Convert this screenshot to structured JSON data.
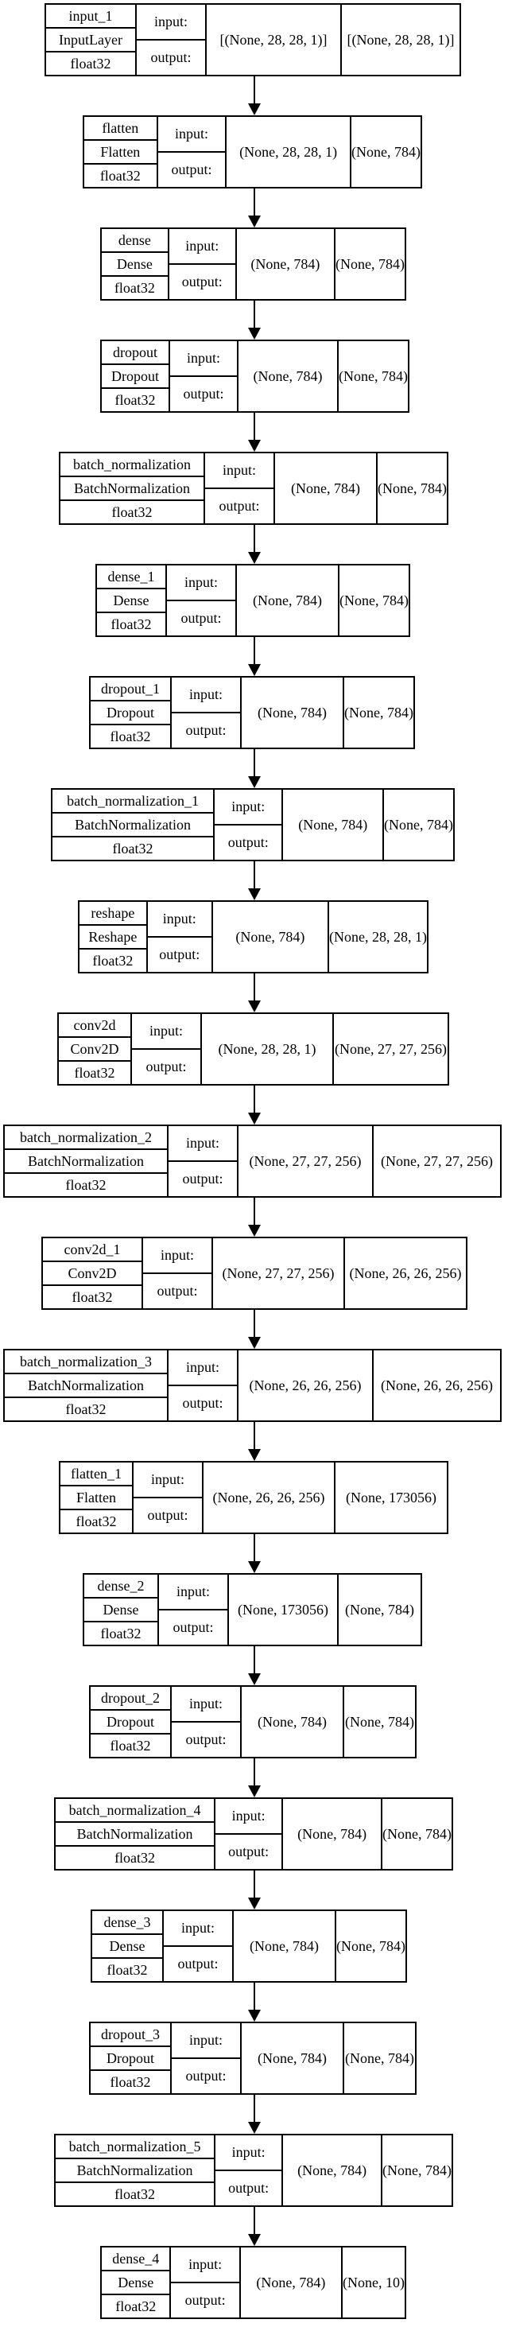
{
  "layers": [
    {
      "name": "input_1",
      "type": "InputLayer",
      "dtype": "float32",
      "input_label": "input:",
      "output_label": "output:",
      "input_shape": "[(None, 28, 28, 1)]",
      "output_shape": "[(None, 28, 28, 1)]"
    },
    {
      "name": "flatten",
      "type": "Flatten",
      "dtype": "float32",
      "input_label": "input:",
      "output_label": "output:",
      "input_shape": "(None, 28, 28, 1)",
      "output_shape": "(None, 784)"
    },
    {
      "name": "dense",
      "type": "Dense",
      "dtype": "float32",
      "input_label": "input:",
      "output_label": "output:",
      "input_shape": "(None, 784)",
      "output_shape": "(None, 784)"
    },
    {
      "name": "dropout",
      "type": "Dropout",
      "dtype": "float32",
      "input_label": "input:",
      "output_label": "output:",
      "input_shape": "(None, 784)",
      "output_shape": "(None, 784)"
    },
    {
      "name": "batch_normalization",
      "type": "BatchNormalization",
      "dtype": "float32",
      "input_label": "input:",
      "output_label": "output:",
      "input_shape": "(None, 784)",
      "output_shape": "(None, 784)"
    },
    {
      "name": "dense_1",
      "type": "Dense",
      "dtype": "float32",
      "input_label": "input:",
      "output_label": "output:",
      "input_shape": "(None, 784)",
      "output_shape": "(None, 784)"
    },
    {
      "name": "dropout_1",
      "type": "Dropout",
      "dtype": "float32",
      "input_label": "input:",
      "output_label": "output:",
      "input_shape": "(None, 784)",
      "output_shape": "(None, 784)"
    },
    {
      "name": "batch_normalization_1",
      "type": "BatchNormalization",
      "dtype": "float32",
      "input_label": "input:",
      "output_label": "output:",
      "input_shape": "(None, 784)",
      "output_shape": "(None, 784)"
    },
    {
      "name": "reshape",
      "type": "Reshape",
      "dtype": "float32",
      "input_label": "input:",
      "output_label": "output:",
      "input_shape": "(None, 784)",
      "output_shape": "(None, 28, 28, 1)"
    },
    {
      "name": "conv2d",
      "type": "Conv2D",
      "dtype": "float32",
      "input_label": "input:",
      "output_label": "output:",
      "input_shape": "(None, 28, 28, 1)",
      "output_shape": "(None, 27, 27, 256)"
    },
    {
      "name": "batch_normalization_2",
      "type": "BatchNormalization",
      "dtype": "float32",
      "input_label": "input:",
      "output_label": "output:",
      "input_shape": "(None, 27, 27, 256)",
      "output_shape": "(None, 27, 27, 256)"
    },
    {
      "name": "conv2d_1",
      "type": "Conv2D",
      "dtype": "float32",
      "input_label": "input:",
      "output_label": "output:",
      "input_shape": "(None, 27, 27, 256)",
      "output_shape": "(None, 26, 26, 256)"
    },
    {
      "name": "batch_normalization_3",
      "type": "BatchNormalization",
      "dtype": "float32",
      "input_label": "input:",
      "output_label": "output:",
      "input_shape": "(None, 26, 26, 256)",
      "output_shape": "(None, 26, 26, 256)"
    },
    {
      "name": "flatten_1",
      "type": "Flatten",
      "dtype": "float32",
      "input_label": "input:",
      "output_label": "output:",
      "input_shape": "(None, 26, 26, 256)",
      "output_shape": "(None, 173056)"
    },
    {
      "name": "dense_2",
      "type": "Dense",
      "dtype": "float32",
      "input_label": "input:",
      "output_label": "output:",
      "input_shape": "(None, 173056)",
      "output_shape": "(None, 784)"
    },
    {
      "name": "dropout_2",
      "type": "Dropout",
      "dtype": "float32",
      "input_label": "input:",
      "output_label": "output:",
      "input_shape": "(None, 784)",
      "output_shape": "(None, 784)"
    },
    {
      "name": "batch_normalization_4",
      "type": "BatchNormalization",
      "dtype": "float32",
      "input_label": "input:",
      "output_label": "output:",
      "input_shape": "(None, 784)",
      "output_shape": "(None, 784)"
    },
    {
      "name": "dense_3",
      "type": "Dense",
      "dtype": "float32",
      "input_label": "input:",
      "output_label": "output:",
      "input_shape": "(None, 784)",
      "output_shape": "(None, 784)"
    },
    {
      "name": "dropout_3",
      "type": "Dropout",
      "dtype": "float32",
      "input_label": "input:",
      "output_label": "output:",
      "input_shape": "(None, 784)",
      "output_shape": "(None, 784)"
    },
    {
      "name": "batch_normalization_5",
      "type": "BatchNormalization",
      "dtype": "float32",
      "input_label": "input:",
      "output_label": "output:",
      "input_shape": "(None, 784)",
      "output_shape": "(None, 784)"
    },
    {
      "name": "dense_4",
      "type": "Dense",
      "dtype": "float32",
      "input_label": "input:",
      "output_label": "output:",
      "input_shape": "(None, 784)",
      "output_shape": "(None, 10)"
    }
  ]
}
